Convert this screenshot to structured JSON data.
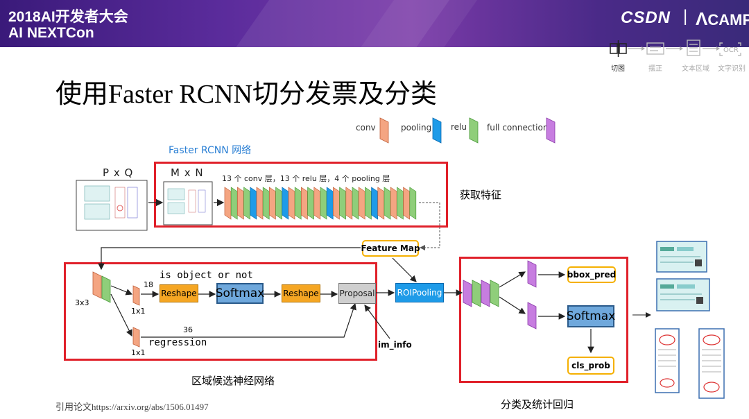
{
  "header": {
    "event_line1": "2018AI开发者大会",
    "event_line2": "AI NEXTCon",
    "logo_csdn": "CSDN",
    "logo_sep": "|",
    "logo_camp": "CAMP"
  },
  "pipeline": {
    "steps": [
      "切图",
      "摆正",
      "文本区域",
      "文字识别"
    ],
    "step4_icon_text": "OCR"
  },
  "title": "使用Faster RCNN切分发票及分类",
  "legend": {
    "items": [
      {
        "label": "conv",
        "color": "#f4a582"
      },
      {
        "label": "pooling",
        "color": "#1e9be8"
      },
      {
        "label": "relu",
        "color": "#8fce7a"
      },
      {
        "label": "full connection",
        "color": "#c77de0"
      }
    ]
  },
  "network": {
    "caption": "Faster RCNN 网络",
    "input_label": "P x Q",
    "resize_label": "M x N",
    "layers_note": "13 个 conv 层，13 个 relu 层，4 个 pooling 层",
    "feature_label": "获取特征",
    "feature_map": "Feature Map",
    "rpn": {
      "kernel_3x3": "3x3",
      "kernel_1x1_top": "1x1",
      "kernel_1x1_bottom": "1x1",
      "num_18": "18",
      "num_36": "36",
      "is_object": "is object or not",
      "regression": "regression",
      "reshape1": "Reshape",
      "softmax": "Softmax",
      "reshape2": "Reshape",
      "proposal": "Proposal",
      "im_info": "im_info",
      "caption": "区域候选神经网络"
    },
    "roi_pooling": "ROIPooling",
    "classifier": {
      "bbox_pred": "bbox_pred",
      "softmax": "Softmax",
      "cls_prob": "cls_prob",
      "caption": "分类及统计回归"
    }
  },
  "footer": {
    "citation": "引用论文https://arxiv.org/abs/1506.01497"
  },
  "colors": {
    "conv": "#f4a582",
    "pooling": "#1e9be8",
    "relu": "#8fce7a",
    "fc": "#c77de0",
    "highlight": "#e0202a"
  }
}
